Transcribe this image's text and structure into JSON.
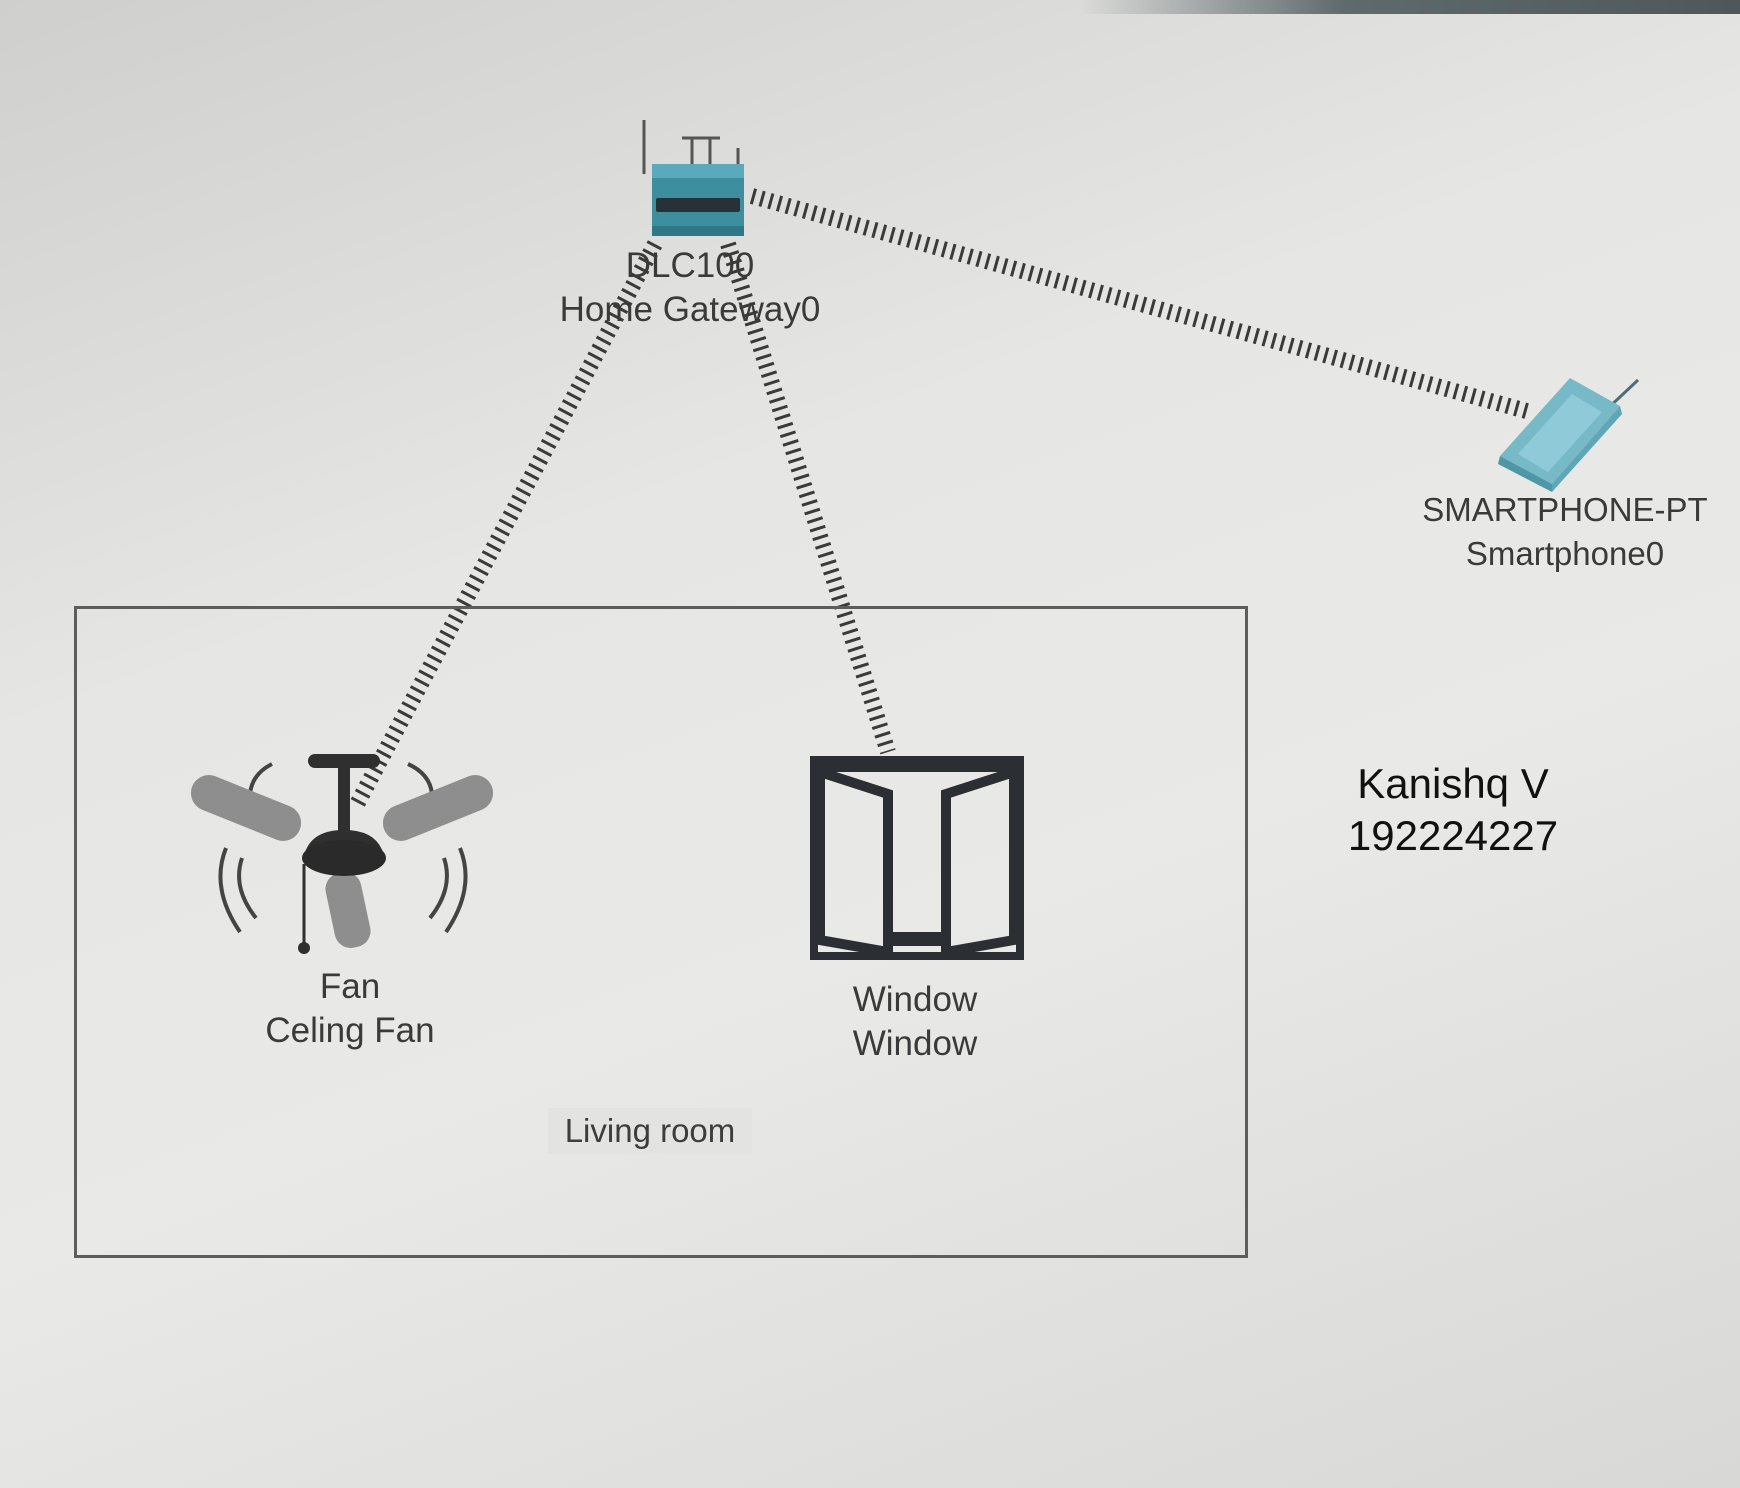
{
  "devices": {
    "gateway": {
      "model": "DLC100",
      "name": "Home Gateway0",
      "icon": "home-gateway-icon",
      "color": "#3d8fa0"
    },
    "smartphone": {
      "model": "SMARTPHONE-PT",
      "name": "Smartphone0",
      "icon": "smartphone-icon",
      "color": "#78b9c8"
    },
    "fan": {
      "model": "Fan",
      "name": "Celing Fan",
      "icon": "ceiling-fan-icon"
    },
    "window": {
      "model": "Window",
      "name": "Window",
      "icon": "window-icon"
    }
  },
  "area": {
    "label": "Living room"
  },
  "note": {
    "line1": "Kanishq V",
    "line2": "192224227"
  },
  "links": [
    {
      "from": "Home Gateway0",
      "to": "Smartphone0",
      "type": "wireless"
    },
    {
      "from": "Home Gateway0",
      "to": "Celing Fan",
      "type": "wireless"
    },
    {
      "from": "Home Gateway0",
      "to": "Window",
      "type": "wireless"
    }
  ]
}
